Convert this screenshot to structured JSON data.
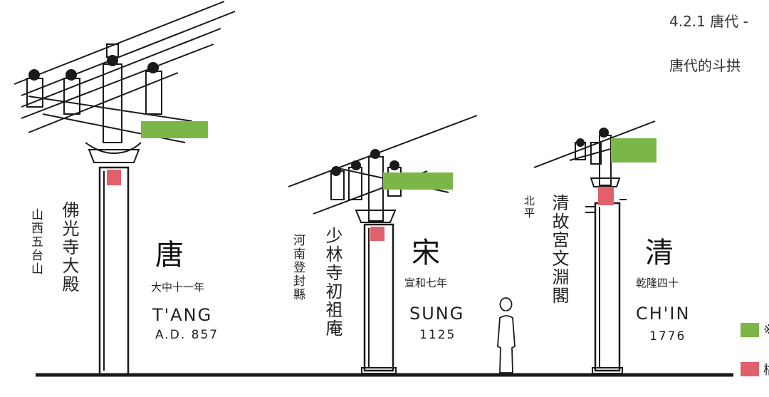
{
  "heading": "4.2.1 唐代 -",
  "subtext": "唐代的斗拱",
  "colors": {
    "green": "#7ab648",
    "red": "#e0606c",
    "ink": "#1a1a1a"
  },
  "columns": [
    {
      "location": "山西五台山",
      "building": "佛光寺大殿",
      "dynasty": "唐",
      "reign": "大中十一年",
      "roman": "T'ANG",
      "year": "A.D. 857"
    },
    {
      "location": "河南登封縣",
      "building": "少林寺初祖庵",
      "dynasty": "宋",
      "reign": "宣和七年",
      "roman": "SUNG",
      "year": "1125"
    },
    {
      "location": "北平",
      "building": "清故宮文淵閣",
      "dynasty": "清",
      "reign": "乾隆四十",
      "roman": "CH'IN",
      "year": "1776"
    }
  ],
  "legend": [
    {
      "label": "※",
      "color": "#7ab648"
    },
    {
      "label": "枯",
      "color": "#e0606c"
    }
  ]
}
